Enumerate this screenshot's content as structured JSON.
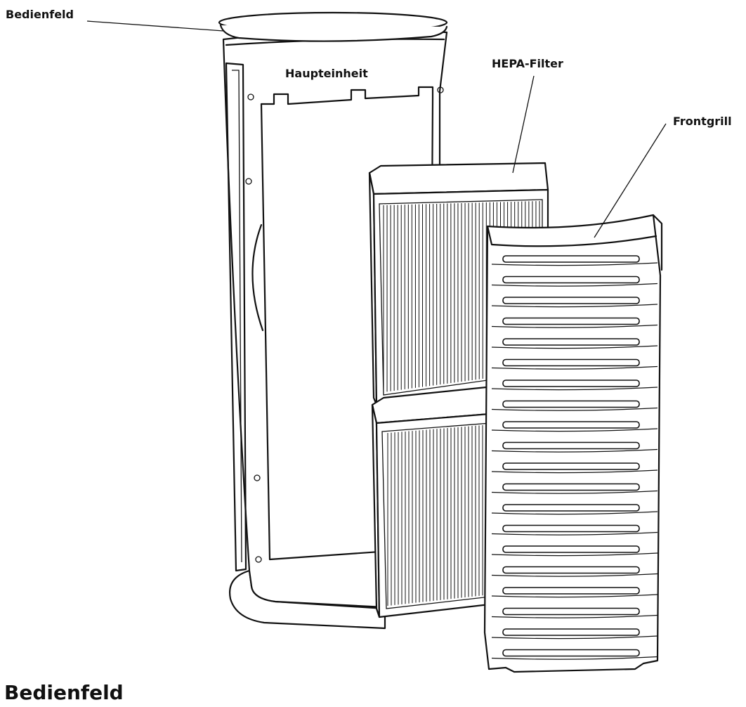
{
  "labels": {
    "control_panel": "Bedienfeld",
    "main_unit": "Haupteinheit",
    "hepa_filter": "HEPA-Filter",
    "front_grill": "Frontgrill"
  },
  "section_heading": "Bedienfeld",
  "colors": {
    "ink": "#111111",
    "background": "#ffffff"
  }
}
